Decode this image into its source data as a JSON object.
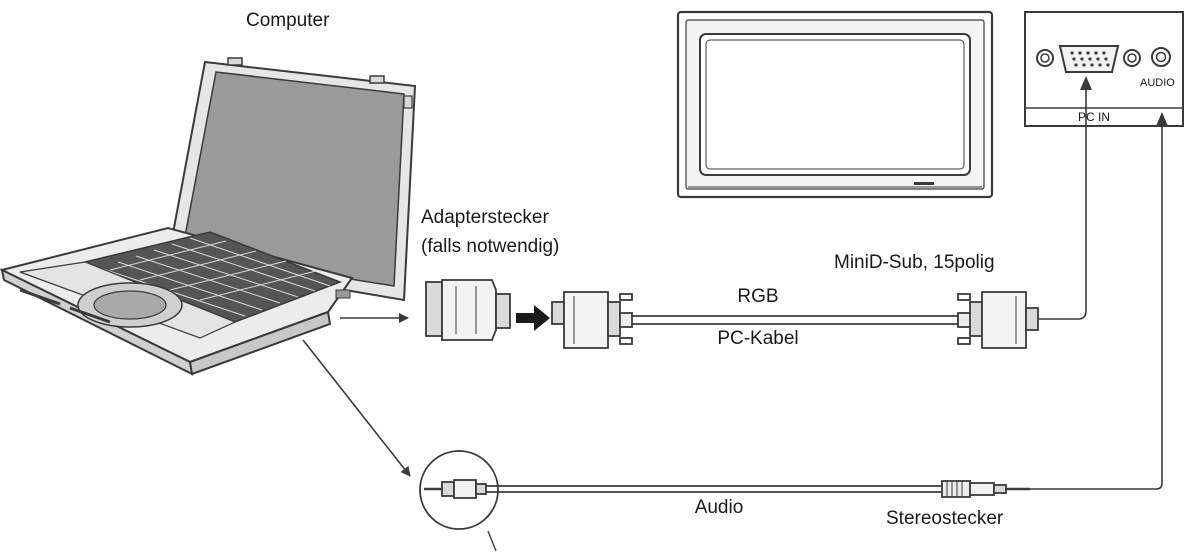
{
  "labels": {
    "computer": "Computer",
    "adapter_line1": "Adapterstecker",
    "adapter_line2": "(falls notwendig)",
    "minidsub": "MiniD-Sub, 15polig",
    "rgb": "RGB",
    "pc_cable": "PC-Kabel",
    "audio": "Audio",
    "stereo_plug": "Stereostecker",
    "panel_audio": "AUDIO",
    "panel_pc_in": "PC IN"
  },
  "colors": {
    "line": "#3a3a3a",
    "fill_light": "#f2f2f2",
    "fill_mid": "#d9d9d9",
    "fill_dark": "#b8b8b8",
    "screen": "#9a9a9a"
  }
}
